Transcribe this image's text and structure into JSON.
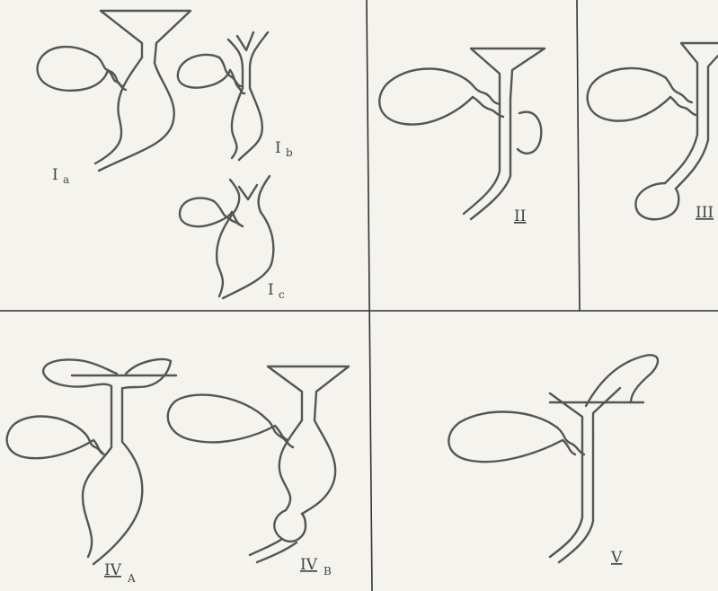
{
  "figure": {
    "panels": [
      {
        "id": "Ia",
        "numeral": "I",
        "sub": "a"
      },
      {
        "id": "Ib",
        "numeral": "I",
        "sub": "b"
      },
      {
        "id": "Ic",
        "numeral": "I",
        "sub": "c"
      },
      {
        "id": "II",
        "numeral": "II",
        "sub": ""
      },
      {
        "id": "III",
        "numeral": "III",
        "sub": ""
      },
      {
        "id": "IVA",
        "numeral": "IV",
        "sub": "A"
      },
      {
        "id": "IVB",
        "numeral": "IV",
        "sub": "B"
      },
      {
        "id": "V",
        "numeral": "V",
        "sub": ""
      }
    ]
  },
  "colors": {
    "paper": "#f4f3ee",
    "ink": "#555555",
    "grid": "#333333"
  }
}
